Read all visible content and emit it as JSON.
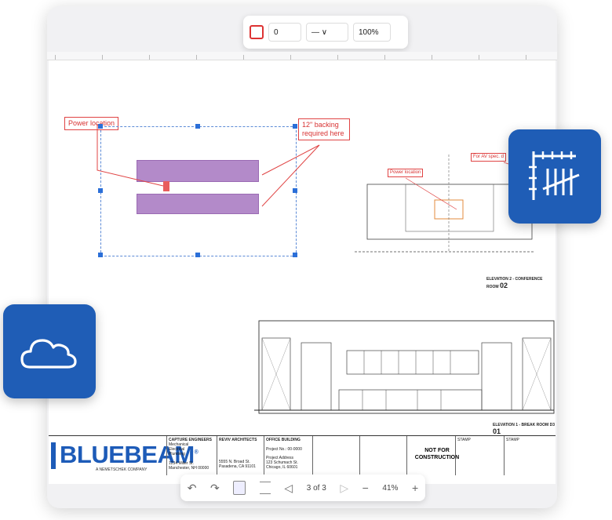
{
  "toolbar": {
    "line_width": "0",
    "line_style": "—  ∨",
    "zoom": "100%"
  },
  "markups": {
    "power_location": "Power location",
    "backing": "12\" backing\nrequired here"
  },
  "elevation_upper": {
    "power_location": "Power location",
    "for_av": "For AV spec. d",
    "label": "ELEVATION 2 - CONFERENCE ROOM",
    "number": "02"
  },
  "elevation_lower": {
    "label": "ELEVATION 1 - BREAK ROOM D3",
    "number": "01"
  },
  "titleblock": {
    "logo": "BLUEBEAM",
    "logo_mark": "®",
    "logo_sub": "A NEMETSCHEK COMPANY",
    "cells": [
      {
        "head": "CAPTURE ENGINEERS",
        "lines": [
          "Mechanical",
          "Electrical",
          "Plumbing",
          "",
          "1234 Miller St.",
          "Manchester, NH 00000"
        ]
      },
      {
        "head": "REVIV ARCHITECTS",
        "lines": [
          "",
          "",
          "",
          "",
          "5555 N. Broad St.",
          "Pasadena, CA 91101"
        ]
      },
      {
        "head": "OFFICE BUILDING",
        "lines": [
          "",
          "Project No.: 00-0000",
          "",
          "Project Address",
          "123 Schumach St.",
          "Chicago, IL 60601"
        ]
      }
    ],
    "not_for": "NOT FOR CONSTRUCTION",
    "stamp1": "STAMP",
    "stamp2": "STAMP"
  },
  "bottombar": {
    "undo": "↶",
    "redo": "↷",
    "prev": "◁",
    "page": "3 of 3",
    "next": "▷",
    "zoom_out": "−",
    "zoom": "41%",
    "zoom_in": "+"
  },
  "colors": {
    "brand": "#1f5db6",
    "markup_red": "#e04444",
    "markup_purple": "#b38ac9"
  },
  "icons": {
    "badge_left": "cloud-icon",
    "badge_right": "measurement-icon"
  }
}
